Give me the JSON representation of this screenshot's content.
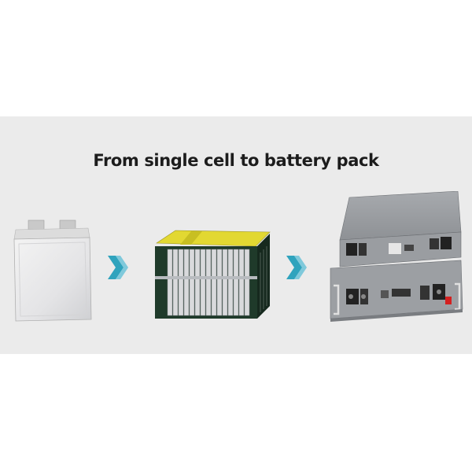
{
  "title": "From single cell to battery pack",
  "images": {
    "single_cell": "pouch-cell",
    "module": "battery-module",
    "pack": "rack-battery-pack"
  },
  "icons": {
    "arrow": "double-chevron-right-icon"
  },
  "colors": {
    "background": "#ebebeb",
    "title": "#1c1c1c",
    "arrow": "#2fa3bd",
    "module_top": "#e2d832",
    "module_frame": "#1f3a2a",
    "pack_case": "#8d9095"
  }
}
